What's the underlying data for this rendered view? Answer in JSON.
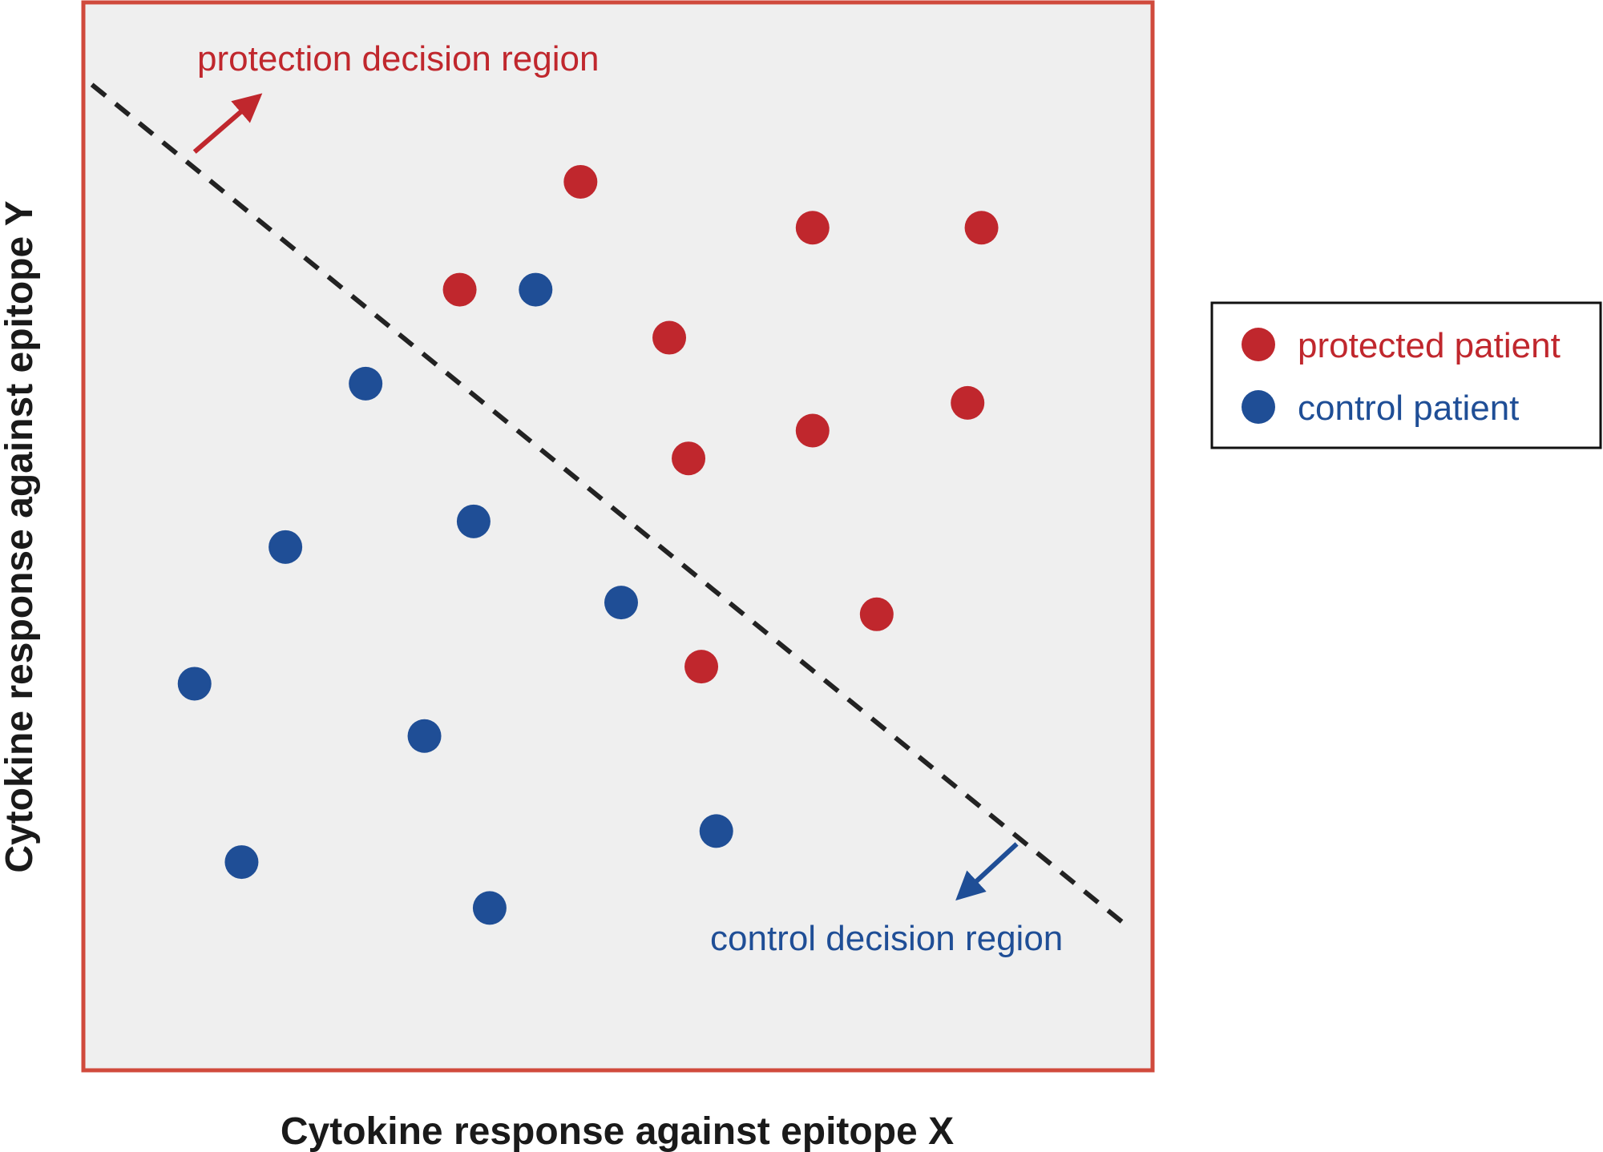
{
  "chart_data": {
    "type": "scatter",
    "title": "",
    "xlabel": "Cytokine response against epitope X",
    "ylabel": "Cytokine response against epitope Y",
    "xlim": [
      0,
      100
    ],
    "ylim": [
      0,
      100
    ],
    "grid": false,
    "legend_position": "right",
    "series": [
      {
        "name": "protected patient",
        "color": "#c0272d",
        "points": [
          {
            "x": 46.5,
            "y": 83.2
          },
          {
            "x": 68.2,
            "y": 78.9
          },
          {
            "x": 84.0,
            "y": 78.9
          },
          {
            "x": 35.2,
            "y": 73.1
          },
          {
            "x": 54.8,
            "y": 68.6
          },
          {
            "x": 82.7,
            "y": 62.5
          },
          {
            "x": 68.2,
            "y": 59.9
          },
          {
            "x": 56.6,
            "y": 57.3
          },
          {
            "x": 74.2,
            "y": 42.7
          },
          {
            "x": 57.8,
            "y": 37.8
          }
        ]
      },
      {
        "name": "control patient",
        "color": "#1f4e96",
        "points": [
          {
            "x": 42.3,
            "y": 73.1
          },
          {
            "x": 26.4,
            "y": 64.3
          },
          {
            "x": 36.5,
            "y": 51.4
          },
          {
            "x": 18.9,
            "y": 49.0
          },
          {
            "x": 50.3,
            "y": 43.8
          },
          {
            "x": 10.4,
            "y": 36.2
          },
          {
            "x": 31.9,
            "y": 31.3
          },
          {
            "x": 59.2,
            "y": 22.4
          },
          {
            "x": 14.8,
            "y": 19.5
          },
          {
            "x": 38.0,
            "y": 15.2
          }
        ]
      }
    ],
    "decision_boundary": {
      "style": "dashed",
      "color": "#222222",
      "from": {
        "x": 0.8,
        "y": 92.3
      },
      "to": {
        "x": 98.0,
        "y": 13.2
      }
    },
    "annotations": [
      {
        "text": "protection decision region",
        "color": "#c0272d",
        "arrow_color": "#c0272d",
        "arrow_from": {
          "x": 10.4,
          "y": 86.0
        },
        "arrow_to": {
          "x": 16.4,
          "y": 91.2
        }
      },
      {
        "text": "control decision region",
        "color": "#1f4e96",
        "arrow_color": "#1f4e96",
        "arrow_from": {
          "x": 87.3,
          "y": 21.2
        },
        "arrow_to": {
          "x": 81.9,
          "y": 16.2
        }
      }
    ],
    "legend": [
      {
        "label": "protected patient",
        "color": "#c0272d"
      },
      {
        "label": "control patient",
        "color": "#1f4e96"
      }
    ],
    "plot_background": "#efefef",
    "plot_border_color": "#d04a3c"
  }
}
